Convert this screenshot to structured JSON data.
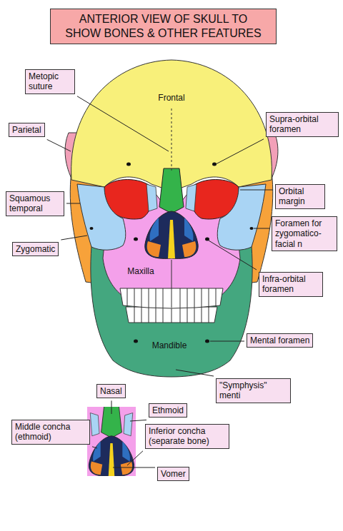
{
  "diagram": {
    "title": "ANTERIOR VIEW OF SKULL TO SHOW BONES & OTHER FEATURES",
    "nodes": [
      {
        "text": [
          "Metopic suture"
        ]
      },
      {
        "text": [
          "Supra-orbital foramen"
        ]
      },
      {
        "text": [
          "Parietal"
        ]
      },
      {
        "text": [
          "Orbital margin"
        ]
      },
      {
        "text": [
          "Squamous temporal"
        ]
      },
      {
        "text": [
          "Foramen for zygomatico-facial n"
        ]
      },
      {
        "text": [
          "Zygomatic"
        ]
      },
      {
        "text": [
          "Infra-orbital foramen"
        ]
      },
      {
        "text": [
          "Mental foramen"
        ]
      },
      {
        "text": [
          "\"Symphysis\" menti"
        ]
      },
      {
        "text": [
          "Nasal"
        ]
      },
      {
        "text": [
          "Ethmoid"
        ]
      },
      {
        "text": [
          "Middle concha (ethmoid)"
        ]
      },
      {
        "text": [
          "Inferior concha (separate bone)"
        ]
      },
      {
        "text": [
          "Vomer"
        ]
      }
    ],
    "labels": [
      "Frontal",
      "Maxilla",
      "Mandible"
    ]
  }
}
